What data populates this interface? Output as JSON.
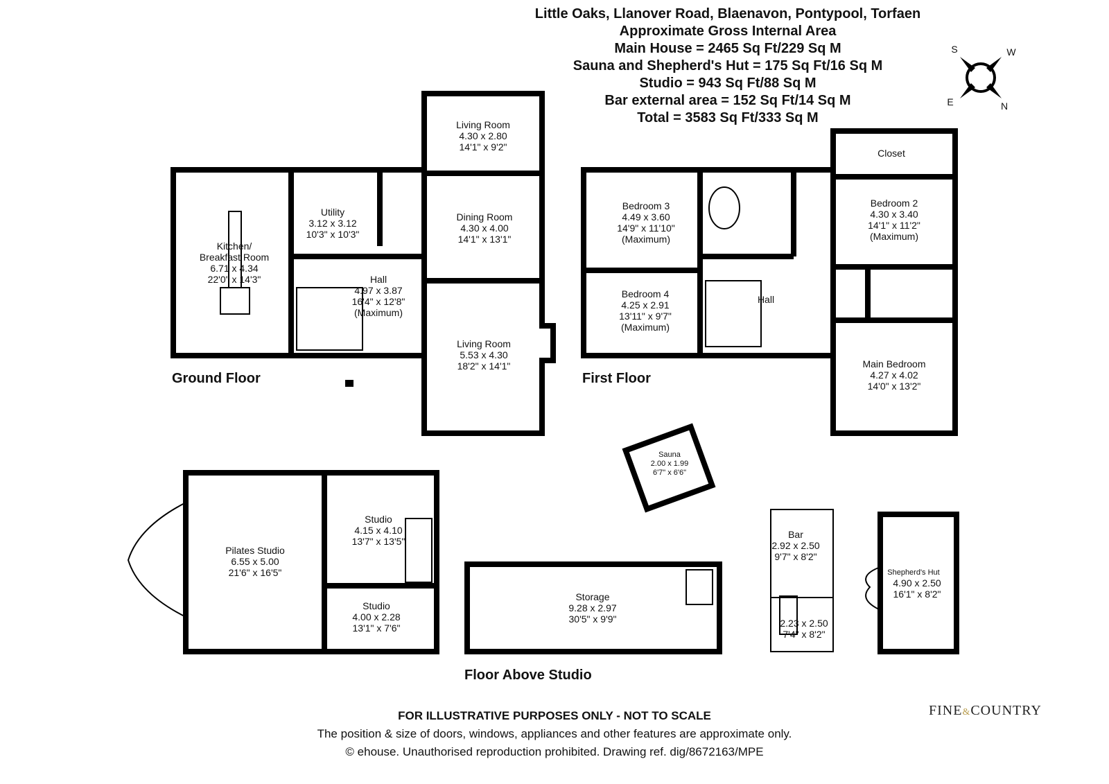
{
  "header": {
    "address": "Little Oaks, Llanover Road, Blaenavon, Pontypool, Torfaen",
    "subtitle": "Approximate Gross Internal Area",
    "areas": [
      "Main House = 2465 Sq Ft/229 Sq M",
      "Sauna and Shepherd's Hut = 175 Sq Ft/16 Sq M",
      "Studio = 943 Sq Ft/88 Sq M",
      "Bar external area = 152 Sq Ft/14 Sq M",
      "Total = 3583 Sq Ft/333 Sq M"
    ]
  },
  "compass": {
    "s": "S",
    "w": "W",
    "e": "E",
    "n": "N"
  },
  "floors": {
    "ground": "Ground Floor",
    "first": "First Floor",
    "studio": "Floor Above Studio"
  },
  "rooms": {
    "living_top": [
      "Living Room",
      "4.30 x 2.80",
      "14'1\" x 9'2\""
    ],
    "kitchen": [
      "Kitchen/",
      "Breakfast Room",
      "6.71 x 4.34",
      "22'0\" x 14'3\""
    ],
    "utility": [
      "Utility",
      "3.12 x 3.12",
      "10'3\" x 10'3\""
    ],
    "dining": [
      "Dining Room",
      "4.30 x 4.00",
      "14'1\" x 13'1\""
    ],
    "hall_g": [
      "Hall",
      "4.97 x 3.87",
      "16'4\" x 12'8\"",
      "(Maximum)"
    ],
    "living": [
      "Living Room",
      "5.53 x 4.30",
      "18'2\" x 14'1\""
    ],
    "bed3": [
      "Bedroom 3",
      "4.49 x 3.60",
      "14'9\" x 11'10\"",
      "(Maximum)"
    ],
    "bed4": [
      "Bedroom 4",
      "4.25 x 2.91",
      "13'11\" x 9'7\"",
      "(Maximum)"
    ],
    "hall_f": [
      "Hall"
    ],
    "closet": [
      "Closet"
    ],
    "bed2": [
      "Bedroom 2",
      "4.30 x 3.40",
      "14'1\" x 11'2\"",
      "(Maximum)"
    ],
    "main_bed": [
      "Main Bedroom",
      "4.27 x 4.02",
      "14'0\" x 13'2\""
    ],
    "sauna": [
      "Sauna",
      "2.00 x 1.99",
      "6'7\" x 6'6\""
    ],
    "pilates": [
      "Pilates Studio",
      "6.55 x 5.00",
      "21'6\" x 16'5\""
    ],
    "studio1": [
      "Studio",
      "4.15 x 4.10",
      "13'7\" x 13'5\""
    ],
    "studio2": [
      "Studio",
      "4.00 x 2.28",
      "13'1\" x 7'6\""
    ],
    "storage": [
      "Storage",
      "9.28 x 2.97",
      "30'5\" x 9'9\""
    ],
    "bar": [
      "Bar",
      "2.92 x 2.50",
      "9'7\" x 8'2\""
    ],
    "bar2": [
      "2.23 x 2.50",
      "7'4\" x 8'2\""
    ],
    "hut": [
      "Shepherd's Hut",
      "4.90 x 2.50",
      "16'1\" x 8'2\""
    ]
  },
  "footer": {
    "disclaimer": "FOR ILLUSTRATIVE PURPOSES ONLY - NOT TO SCALE",
    "note": "The position & size of doors, windows, appliances and other features are approximate only.",
    "copyright": "© ehouse. Unauthorised reproduction prohibited. Drawing ref. dig/8672163/MPE"
  },
  "logo": {
    "left": "FINE",
    "amp": "&",
    "right": "COUNTRY"
  }
}
